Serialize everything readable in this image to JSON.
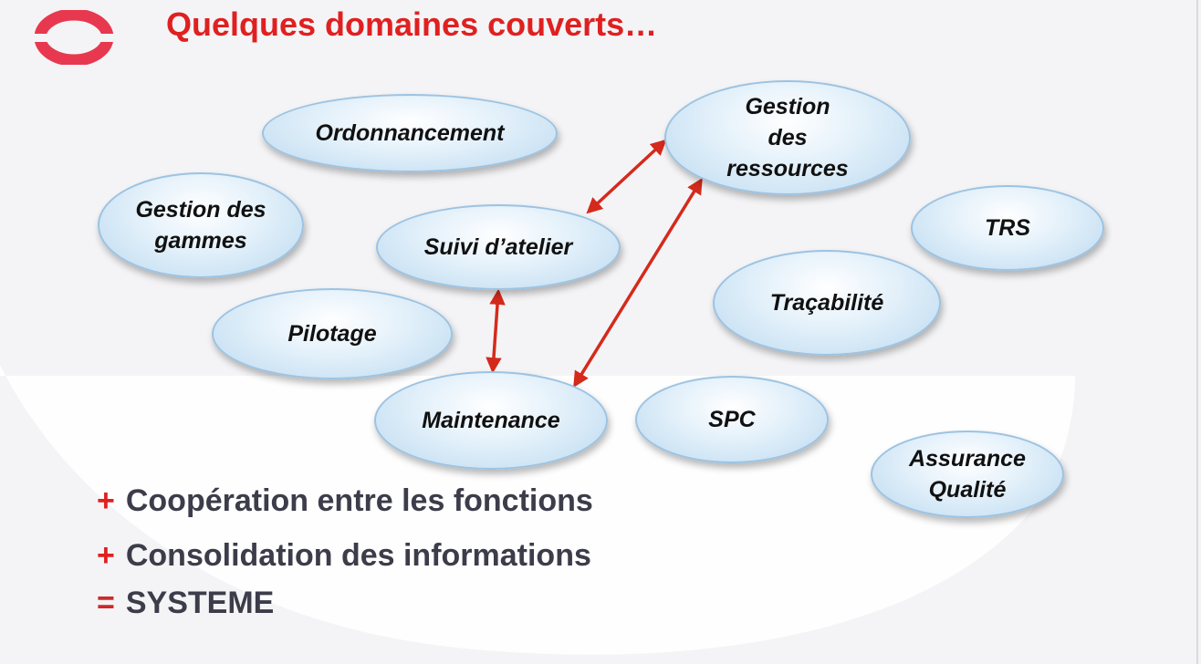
{
  "title": "Quelques domaines couverts…",
  "nodes": {
    "ordonnancement": "Ordonnancement",
    "gestion_ressources": "Gestion\ndes\nressources",
    "gestion_gammes": "Gestion des\ngammes",
    "suivi_atelier": "Suivi d’atelier",
    "trs": "TRS",
    "tracabilite": "Traçabilité",
    "pilotage": "Pilotage",
    "maintenance": "Maintenance",
    "spc": "SPC",
    "assurance_qualite": "Assurance\nQualité"
  },
  "bullets": [
    {
      "op": "+",
      "text": "Coopération entre les fonctions"
    },
    {
      "op": "+",
      "text": "Consolidation des informations"
    },
    {
      "op": "=",
      "text": "SYSTEME"
    }
  ],
  "colors": {
    "title": "#e02020",
    "arrow": "#d42a1c",
    "node_border": "#9cc3e2",
    "bullet_text": "#3c3c4a",
    "logo": "#e8384f"
  },
  "icons": {
    "logo": "ring-logo-icon"
  }
}
